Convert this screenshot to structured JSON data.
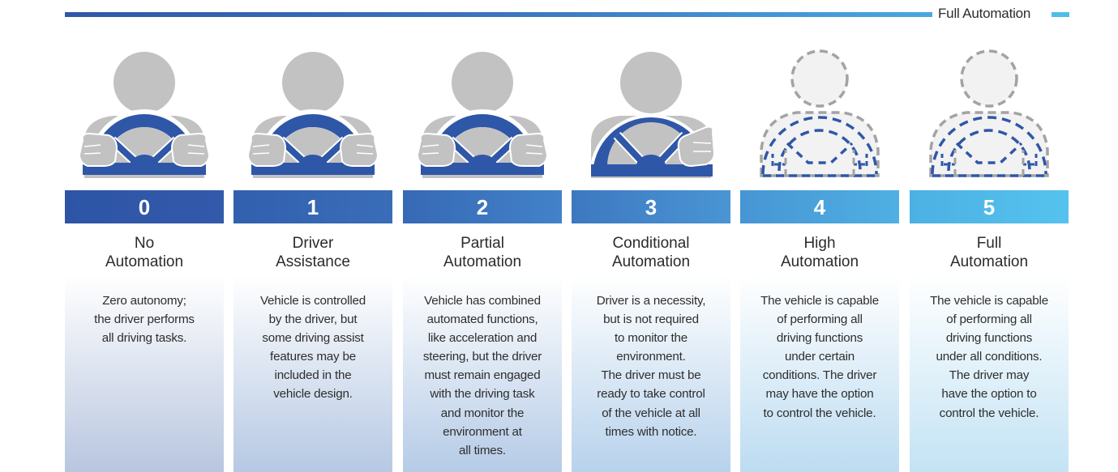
{
  "header": {
    "label": "Full Automation"
  },
  "colors": {
    "wheel_blue": "#2f57a8",
    "body_gray": "#c2c2c2",
    "dashed_gray": "#a3a3a3",
    "dashed_fill": "#f2f2f2"
  },
  "levels": [
    {
      "number": "0",
      "title_lines": [
        "No",
        "Automation"
      ],
      "desc_lines": [
        "Zero autonomy;",
        "the driver performs",
        "all driving tasks."
      ],
      "icon": "driver-both-hands-icon",
      "box_color": [
        "#2d55a6",
        "#3359aa"
      ],
      "panel_bottom": "#b8c6df"
    },
    {
      "number": "1",
      "title_lines": [
        "Driver",
        "Assistance"
      ],
      "desc_lines": [
        "Vehicle is controlled",
        "by the driver, but",
        "some driving assist",
        "features may be",
        "included in the",
        "vehicle design."
      ],
      "icon": "driver-both-hands-icon",
      "box_color": [
        "#3160ae",
        "#3a6db8"
      ],
      "panel_bottom": "#b6c8e3"
    },
    {
      "number": "2",
      "title_lines": [
        "Partial",
        "Automation"
      ],
      "desc_lines": [
        "Vehicle has combined",
        "automated functions,",
        "like acceleration and",
        "steering, but the driver",
        "must remain engaged",
        "with the driving task",
        "and monitor the",
        "environment at",
        "all times."
      ],
      "icon": "driver-both-hands-icon",
      "box_color": [
        "#3769b5",
        "#4282c8"
      ],
      "panel_bottom": "#b5cbe6"
    },
    {
      "number": "3",
      "title_lines": [
        "Conditional",
        "Automation"
      ],
      "desc_lines": [
        "Driver is a necessity,",
        "but is not required",
        "to monitor the",
        "environment.",
        "The driver must be",
        "ready to take control",
        "of the vehicle at all",
        "times with notice."
      ],
      "icon": "driver-one-hand-icon",
      "box_color": [
        "#3d78c0",
        "#4a95d4"
      ],
      "panel_bottom": "#b7d2ec"
    },
    {
      "number": "4",
      "title_lines": [
        "High",
        "Automation"
      ],
      "desc_lines": [
        "The vehicle is capable",
        "of performing all",
        "driving functions",
        "under certain",
        "conditions. The driver",
        "may have the option",
        "to control the vehicle."
      ],
      "icon": "driver-dashed-optional-icon",
      "box_color": [
        "#4795d3",
        "#4fb0e3"
      ],
      "panel_bottom": "#bcdcf1"
    },
    {
      "number": "5",
      "title_lines": [
        "Full",
        "Automation"
      ],
      "desc_lines": [
        "The vehicle is capable",
        "of performing all",
        "driving functions",
        "under all conditions.",
        "The driver may",
        "have the option to",
        "control the vehicle."
      ],
      "icon": "driver-dashed-optional-icon",
      "box_color": [
        "#4cb0e3",
        "#55c3ee"
      ],
      "panel_bottom": "#c3e3f4"
    }
  ]
}
